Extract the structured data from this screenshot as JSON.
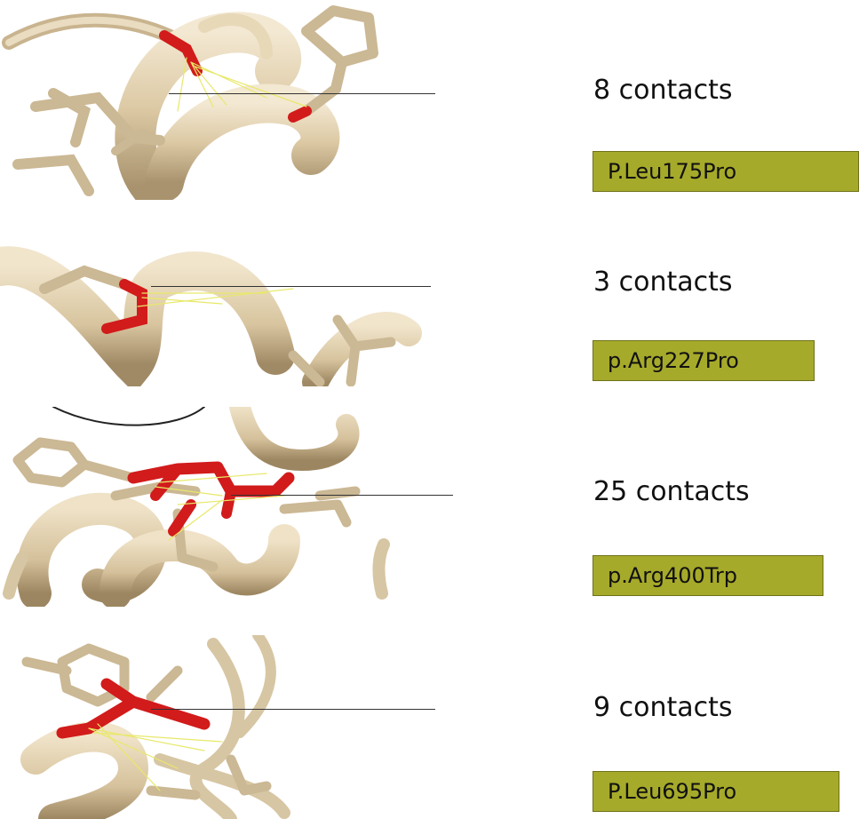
{
  "colors": {
    "ribbon": "#e3d3b3",
    "ribbon_shade": "#b9a583",
    "highlight_residue": "#d21b1b",
    "contact_line": "#e8e86a",
    "badge": "#a6aa2a"
  },
  "panels": [
    {
      "contacts": "8 contacts",
      "mutation": "P.Leu175Pro"
    },
    {
      "contacts": "3 contacts",
      "mutation": "p.Arg227Pro"
    },
    {
      "contacts": "25 contacts",
      "mutation": "p.Arg400Trp"
    },
    {
      "contacts": "9 contacts",
      "mutation": "P.Leu695Pro"
    }
  ]
}
